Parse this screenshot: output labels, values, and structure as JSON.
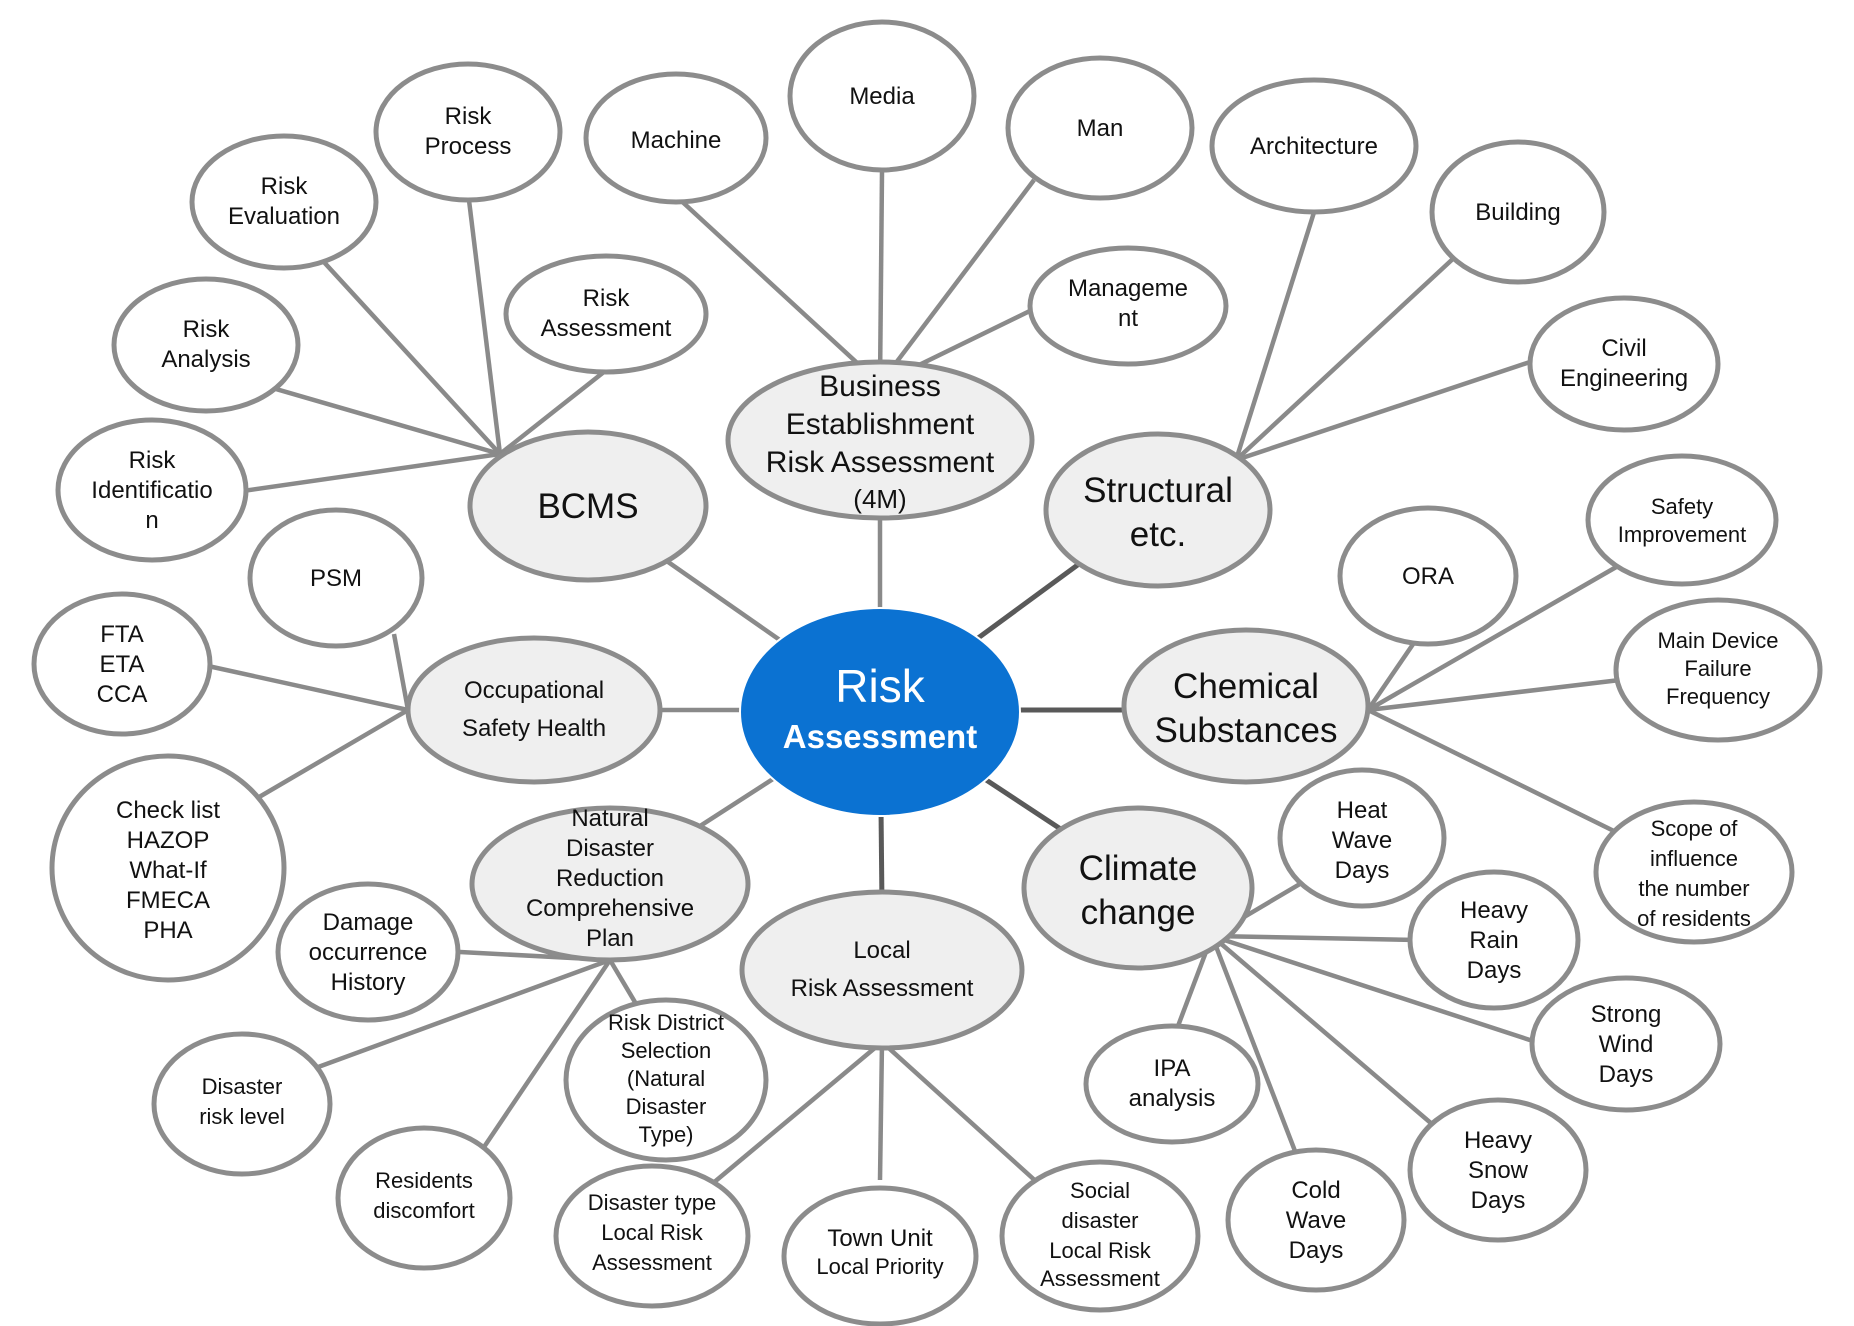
{
  "center": {
    "line1": "Risk",
    "line2": "Assessment"
  },
  "hubs": {
    "bcms": "BCMS",
    "business": [
      "Business",
      "Establishment",
      "Risk Assessment",
      "(4M)"
    ],
    "structural": [
      "Structural",
      "etc."
    ],
    "chemical": [
      "Chemical",
      "Substances"
    ],
    "climate": [
      "Climate",
      "change"
    ],
    "local": [
      "Local",
      "Risk Assessment"
    ],
    "natural": [
      "Natural",
      "Disaster",
      "Reduction",
      "Comprehensive",
      "Plan"
    ],
    "occupational": [
      "Occupational",
      "Safety Health"
    ]
  },
  "leaves": {
    "risk_process": [
      "Risk",
      "Process"
    ],
    "risk_evaluation": [
      "Risk",
      "Evaluation"
    ],
    "risk_analysis": [
      "Risk",
      "Analysis"
    ],
    "risk_identification": [
      "Risk",
      "Identificatio",
      "n"
    ],
    "risk_assessment": [
      "Risk",
      "Assessment"
    ],
    "machine": [
      "Machine"
    ],
    "media": [
      "Media"
    ],
    "man": [
      "Man"
    ],
    "management": [
      "Manageme",
      "nt"
    ],
    "architecture": [
      "Architecture"
    ],
    "building": [
      "Building"
    ],
    "civil": [
      "Civil",
      "Engineering"
    ],
    "ora": [
      "ORA"
    ],
    "safety_improvement": [
      "Safety",
      "Improvement"
    ],
    "main_device": [
      "Main Device",
      "Failure",
      "Frequency"
    ],
    "scope": [
      "Scope of",
      "influence",
      "the number",
      "of residents"
    ],
    "heat_wave": [
      "Heat",
      "Wave",
      "Days"
    ],
    "heavy_rain": [
      "Heavy",
      "Rain",
      "Days"
    ],
    "strong_wind": [
      "Strong",
      "Wind",
      "Days"
    ],
    "heavy_snow": [
      "Heavy",
      "Snow",
      "Days"
    ],
    "cold_wave": [
      "Cold",
      "Wave",
      "Days"
    ],
    "ipa": [
      "IPA",
      "analysis"
    ],
    "social_disaster": [
      "Social",
      "disaster",
      "Local Risk",
      "Assessment"
    ],
    "town_unit": [
      "Town Unit",
      "Local Priority"
    ],
    "disaster_type": [
      "Disaster type",
      "Local Risk",
      "Assessment"
    ],
    "risk_district": [
      "Risk District",
      "Selection",
      "(Natural",
      "Disaster",
      "Type)"
    ],
    "residents": [
      "Residents",
      "discomfort"
    ],
    "disaster_level": [
      "Disaster",
      "risk level"
    ],
    "damage": [
      "Damage",
      "occurrence",
      "History"
    ],
    "psm": [
      "PSM"
    ],
    "fta": [
      "FTA",
      "ETA",
      "CCA"
    ],
    "checklist": [
      "Check list",
      "HAZOP",
      "What-If",
      "FMECA",
      "PHA"
    ]
  }
}
